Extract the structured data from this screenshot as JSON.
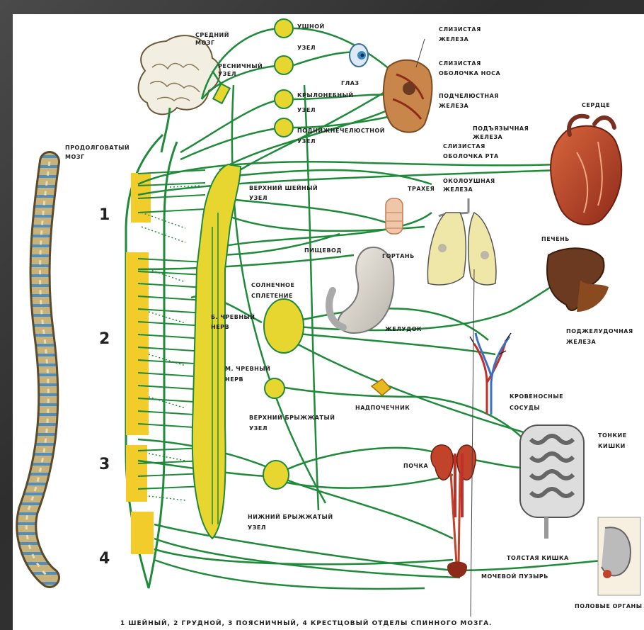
{
  "colors": {
    "nerve": "#1e8a3a",
    "ganglion": "#e8d630",
    "cord_fill": "#f2cc2a",
    "spine_bone": "#c8b27a",
    "spine_disc": "#4f8fbf",
    "heart": "#c0432a",
    "liver": "#6b3a20",
    "stomach": "#d9d4c8",
    "lungs": "#efe7a8",
    "kidney": "#c0432a"
  },
  "segments": {
    "s1": "1",
    "s2": "2",
    "s3": "3",
    "s4": "4"
  },
  "labels": {
    "midbrain": [
      "СРЕДНИЙ",
      "МОЗГ"
    ],
    "ciliary": [
      "РЕСНИЧНЫЙ",
      "УЗЕЛ"
    ],
    "otic": [
      "УШНОЙ",
      "УЗЕЛ"
    ],
    "eye": "ГЛАЗ",
    "pterygo": [
      "КРЫЛОНЕБНЫЙ",
      "УЗЕЛ"
    ],
    "submand_node": [
      "ПОДНИЖНЕЧЕЛЮСТНОЙ",
      "УЗЕЛ"
    ],
    "medulla": [
      "ПРОДОЛГОВАТЫЙ",
      "МОЗГ"
    ],
    "lacrimal": [
      "СЛИЗИСТАЯ",
      "ЖЕЛЕЗА"
    ],
    "nasal": [
      "СЛИЗИСТАЯ",
      "ОБОЛОЧКА НОСА"
    ],
    "submand_gland": [
      "ПОДЧЕЛЮСТНАЯ",
      "ЖЕЛЕЗА"
    ],
    "sublingual": [
      "ПОДЪЯЗЫЧНАЯ",
      "ЖЕЛЕЗА"
    ],
    "mouth": [
      "СЛИЗИСТАЯ",
      "ОБОЛОЧКА РТА"
    ],
    "parotid": [
      "ОКОЛОУШНАЯ",
      "ЖЕЛЕЗА"
    ],
    "trachea": "ТРАХЕЯ",
    "heart": "СЕРДЦЕ",
    "sup_cervical": [
      "ВЕРХНИЙ ШЕЙНЫЙ",
      "УЗЕЛ"
    ],
    "esophagus": "ПИЩЕВОД",
    "larynx": "ГОРТАНЬ",
    "liver": "ПЕЧЕНЬ",
    "solar": [
      "СОЛНЕЧНОЕ",
      "СПЛЕТЕНИЕ"
    ],
    "big_splanch": [
      "Б. ЧРЕВНЫЙ",
      "НЕРВ"
    ],
    "stomach": "ЖЕЛУДОК",
    "pancreas": [
      "ПОДЖЕЛУДОЧНАЯ",
      "ЖЕЛЕЗА"
    ],
    "small_splanch": [
      "М. ЧРЕВНЫЙ",
      "НЕРВ"
    ],
    "adrenal": "НАДПОЧЕЧНИК",
    "vessels": [
      "КРОВЕНОСНЫЕ",
      "СОСУДЫ"
    ],
    "sup_mesenteric": [
      "ВЕРХНИЙ БРЫЖЖАТЫЙ",
      "УЗЕЛ"
    ],
    "small_intestine": [
      "ТОНКИЕ",
      "КИШКИ"
    ],
    "kidney": "ПОЧКА",
    "inf_mesenteric": [
      "НИЖНИЙ БРЫЖЖАТЫЙ",
      "УЗЕЛ"
    ],
    "large_intestine": "ТОЛСТАЯ КИШКА",
    "bladder": "МОЧЕВОЙ ПУЗЫРЬ",
    "genitals": "ПОЛОВЫЕ ОРГАНЫ"
  },
  "caption": "1 ШЕЙНЫЙ, 2 ГРУДНОЙ, 3 ПОЯСНИЧНЫЙ, 4 КРЕСТЦОВЫЙ ОТДЕЛЫ СПИННОГО МОЗГА."
}
